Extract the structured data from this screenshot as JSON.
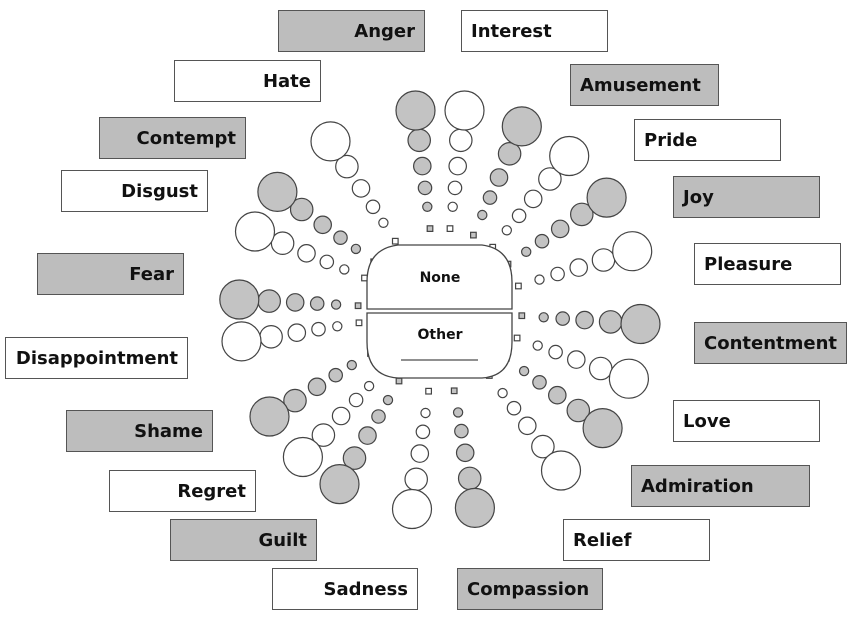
{
  "center": {
    "none_label": "None",
    "other_label": "Other"
  },
  "colors": {
    "shade": "#bdbdbd",
    "circle_gray": "#c3c3c3",
    "outline": "#444444"
  },
  "emotions": [
    {
      "key": "anger",
      "label": "Anger",
      "angle": -97,
      "shaded": true,
      "side": "left"
    },
    {
      "key": "interest",
      "label": "Interest",
      "angle": -83,
      "shaded": false,
      "side": "right"
    },
    {
      "key": "amusement",
      "label": "Amusement",
      "angle": -66,
      "shaded": true,
      "side": "right"
    },
    {
      "key": "pride",
      "label": "Pride",
      "angle": -50,
      "shaded": false,
      "side": "right"
    },
    {
      "key": "joy",
      "label": "Joy",
      "angle": -34,
      "shaded": true,
      "side": "right"
    },
    {
      "key": "pleasure",
      "label": "Pleasure",
      "angle": -17,
      "shaded": false,
      "side": "right"
    },
    {
      "key": "contentment",
      "label": "Contentment",
      "angle": 4,
      "shaded": true,
      "side": "right"
    },
    {
      "key": "love",
      "label": "Love",
      "angle": 20,
      "shaded": false,
      "side": "right"
    },
    {
      "key": "admiration",
      "label": "Admiration",
      "angle": 36,
      "shaded": true,
      "side": "right"
    },
    {
      "key": "relief",
      "label": "Relief",
      "angle": 53,
      "shaded": false,
      "side": "right"
    },
    {
      "key": "compassion",
      "label": "Compassion",
      "angle": 80,
      "shaded": true,
      "side": "right"
    },
    {
      "key": "sadness",
      "label": "Sadness",
      "angle": 98,
      "shaded": false,
      "side": "left"
    },
    {
      "key": "guilt",
      "label": "Guilt",
      "angle": 120,
      "shaded": true,
      "side": "left"
    },
    {
      "key": "regret",
      "label": "Regret",
      "angle": 133,
      "shaded": false,
      "side": "left"
    },
    {
      "key": "shame",
      "label": "Shame",
      "angle": 148,
      "shaded": true,
      "side": "left"
    },
    {
      "key": "disappointment",
      "label": "Disappointment",
      "angle": 171,
      "shaded": false,
      "side": "left"
    },
    {
      "key": "fear",
      "label": "Fear",
      "angle": -177,
      "shaded": true,
      "side": "left"
    },
    {
      "key": "disgust",
      "label": "Disgust",
      "angle": -157,
      "shaded": false,
      "side": "left"
    },
    {
      "key": "contempt",
      "label": "Contempt",
      "angle": -144,
      "shaded": true,
      "side": "left"
    },
    {
      "key": "hate",
      "label": "Hate",
      "angle": -123,
      "shaded": false,
      "side": "left"
    }
  ]
}
